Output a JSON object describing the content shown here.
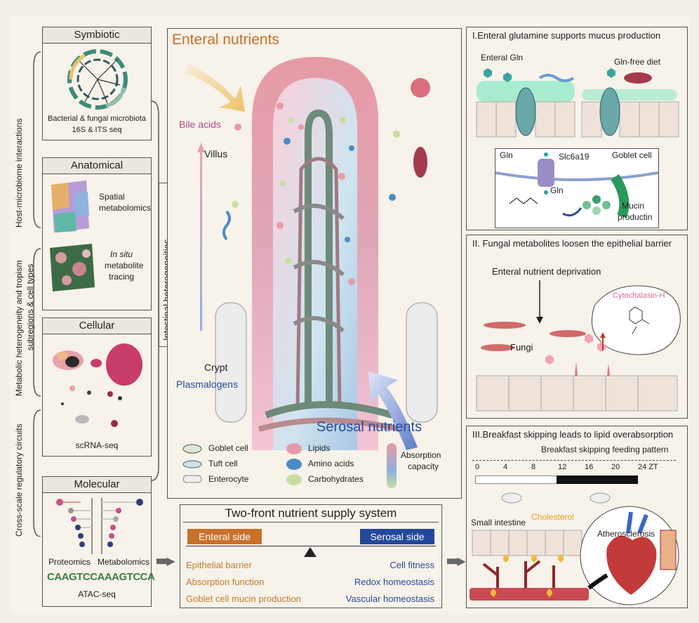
{
  "left": {
    "side_labels": {
      "host_microbiome": "Host-microbiome interactions",
      "metabolic_heterogeneity": "Metabolic heterogeneity and tropism",
      "subregions": "subregions & cell types",
      "cross_scale": "Cross-scale regulatory circuits"
    },
    "symbiotic": {
      "title": "Symbiotic",
      "line1": "Bacterial & fungal microbiota",
      "line2": "16S & ITS seq"
    },
    "anatomical": {
      "title": "Anatomical",
      "spatial1": "Spatial",
      "spatial2": "metabolomics",
      "insitu": "In situ",
      "insitu2": "metabolite",
      "insitu3": "tracing"
    },
    "cellular": {
      "title": "Cellular",
      "caption": "scRNA-seq"
    },
    "molecular": {
      "title": "Molecular",
      "proteomics": "Proteomics",
      "metabolomics": "Metabolomics",
      "logo": "CAAGTCCAAAGTCCA",
      "atac": "ATAC-seq"
    },
    "intestinal": "Intestinal heterogeneities"
  },
  "center": {
    "enteral": "Enteral nutrients",
    "bile_acids": "Bile acids",
    "villus": "Villus",
    "crypt": "Crypt",
    "plasmalogens": "Plasmalogens",
    "serosal": "Serosal nutrients",
    "legend": {
      "goblet": "Goblet cell",
      "tuft": "Tuft cell",
      "enterocyte": "Enterocyte",
      "lipids": "Lipids",
      "amino": "Amino acids",
      "carbs": "Carbohydrates",
      "absorption1": "Absorption",
      "absorption2": "capacity"
    }
  },
  "bottom": {
    "title": "Two-front nutrient supply system",
    "enteral_side": "Enteral side",
    "serosal_side": "Serosal side",
    "enteral_items": [
      "Epithelial barrier",
      "Absorption function",
      "Goblet cell mucin production"
    ],
    "serosal_items": [
      "Cell fitness",
      "Redox homeostasis",
      "Vascular homeostasis"
    ]
  },
  "panel1": {
    "title": "I.Enteral glutamine supports mucus production",
    "enteral_gln": "Enteral Gln",
    "gln_free": "Gln-free diet",
    "gln_top": "Gln",
    "slc": "Slc6a19",
    "goblet": "Goblet cell",
    "gln_bottom": "Gln",
    "mucin1": "Mucin",
    "mucin2": "productin"
  },
  "panel2": {
    "title": "II. Fungal metabolites loosen the epithelial barrier",
    "deprivation": "Enteral nutrient deprivation",
    "fungi": "Fungi",
    "cyto": "Cytochalasin-H"
  },
  "panel3": {
    "title": "III.Breakfast skipping leads to lipid overabsorption",
    "pattern": "Breakfast skipping feeding pattern",
    "ticks": [
      "0",
      "4",
      "8",
      "12",
      "16",
      "20",
      "24 ZT"
    ],
    "small_intestine": "Small intestine",
    "cholesterol": "Cholesterol",
    "atherosclerosis": "Atherosclerosis"
  },
  "colors": {
    "enteral": "#c9702a",
    "serosal": "#24479a",
    "lipid": "#e79aa8",
    "amino": "#4b8cc8",
    "carb": "#c8dea0"
  }
}
